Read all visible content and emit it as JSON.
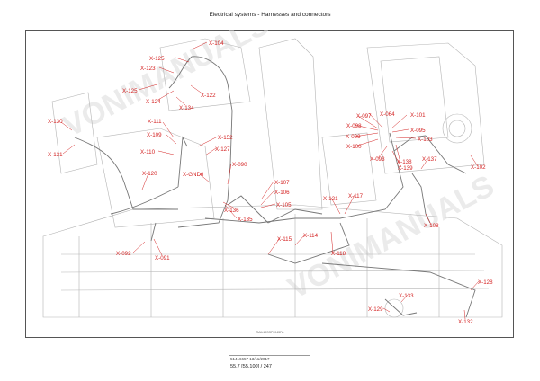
{
  "header": {
    "title": "Electrical systems - Harnesses and connectors"
  },
  "footer": {
    "code": "51416657 13/11/2017",
    "page": "55.7 [55.100] / 247"
  },
  "figure_id": "RAIL19SSP0043FA",
  "watermark": "VONIMANUALS",
  "colors": {
    "label": "#d42222",
    "leader": "#d42222",
    "frame": "#555555",
    "line": "#9a9a9a"
  },
  "connectors": [
    "X-104",
    "X-125",
    "X-123",
    "X-125",
    "X-124",
    "X-134",
    "X-122",
    "X-130",
    "X-131",
    "X-111",
    "X-109",
    "X-152",
    "X-110",
    "X-127",
    "X-120",
    "X-GND6",
    "X-090",
    "X-135",
    "X-136",
    "X-107",
    "X-106",
    "X-105",
    "X-092",
    "X-091",
    "X-115",
    "X-114",
    "X-118",
    "X-121",
    "X-117",
    "X-097",
    "X-064",
    "X-101",
    "X-099",
    "X-098",
    "X-095",
    "X-100",
    "X-093",
    "X-103",
    "X-138",
    "X-139",
    "X-137",
    "X-102",
    "X-108",
    "X-133",
    "X-129",
    "X-128",
    "X-132"
  ]
}
